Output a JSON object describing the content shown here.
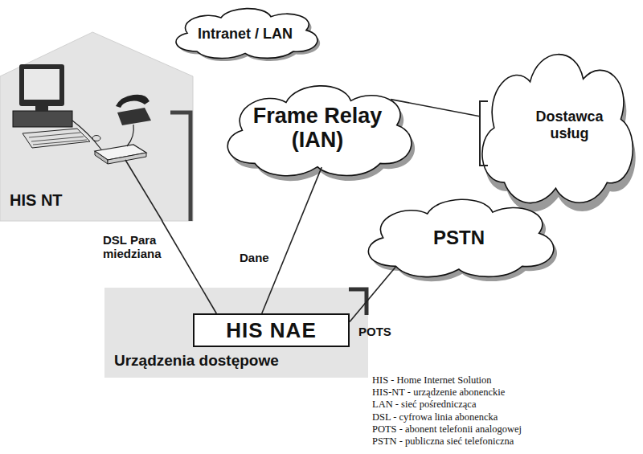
{
  "diagram": {
    "nodes": [
      {
        "text": [
          "HIS NT"
        ]
      },
      {
        "text": [
          "Intranet / LAN"
        ]
      },
      {
        "text": [
          "Frame Relay (IAN)"
        ]
      },
      {
        "text": [
          "Dostawca usług"
        ]
      },
      {
        "text": [
          "PSTN"
        ]
      },
      {
        "text": [
          "Urządzenia dostępowe"
        ]
      },
      {
        "text": [
          "HIS NAE"
        ],
        "in": 5
      }
    ],
    "edges": [
      {
        "from": 0,
        "to": 6,
        "arrow": "none",
        "label": "DSL Para miedziana"
      },
      {
        "from": 6,
        "to": 2,
        "arrow": "none",
        "label": "Dane"
      },
      {
        "from": 6,
        "to": 4,
        "arrow": "none",
        "label": "POTS"
      },
      {
        "from": 2,
        "to": 3,
        "arrow": "none"
      }
    ],
    "labels": [
      "HIS - Home Internet Solution",
      "HIS-NT - urządzenie abonenckie",
      "LAN - sieć pośrednicząca",
      "DSL - cyfrowa linia abonencka",
      "POTS - abonent telefonii analogowej",
      "PSTN - publiczna sieć telefoniczna"
    ]
  }
}
